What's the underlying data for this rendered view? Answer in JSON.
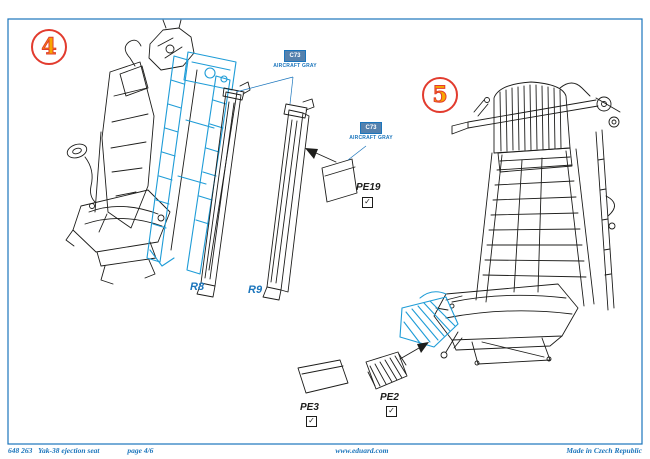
{
  "steps": {
    "step4": "4",
    "step5": "5"
  },
  "part_labels": {
    "r8": "R8",
    "r9": "R9",
    "pe19": "PE19",
    "pe2": "PE2",
    "pe3": "PE3"
  },
  "paint_callouts": {
    "callout1": {
      "code": "C73",
      "name": "AIRCRAFT GRAY"
    },
    "callout2": {
      "code": "C73",
      "name": "AIRCRAFT GRAY"
    }
  },
  "icons": {
    "check_mark": "✓"
  },
  "footer": {
    "kit_number": "648 263",
    "kit_name": "Yak-38 ejection seat",
    "page_info": "page 4/6",
    "website": "www.eduard.com",
    "origin": "Made in Czech Republic"
  },
  "colors": {
    "border_blue": "#1b75bc",
    "part_blue": "#1e9cd7",
    "chip_blue": "#5581ad",
    "step_red": "#e23b2e",
    "step_yellow": "#f7a600",
    "ink": "#1d1d1b"
  }
}
